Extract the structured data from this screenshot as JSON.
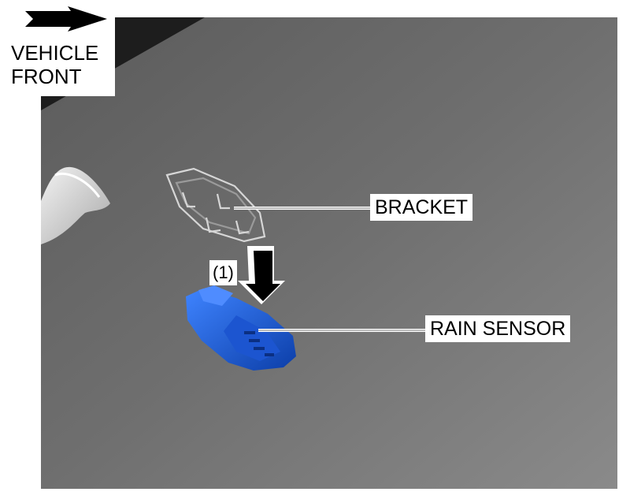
{
  "orientation": {
    "line1": "VEHICLE",
    "line2": "FRONT"
  },
  "callouts": {
    "bracket": "BRACKET",
    "rain_sensor": "RAIN SENSOR",
    "step": "(1)"
  },
  "colors": {
    "background_panel": "#6e6e6e",
    "sensor_blue": "#1f5fd6",
    "windshield_edge": "#222222"
  },
  "icons": [
    "vehicle-front-arrow-icon",
    "install-direction-arrow-icon"
  ]
}
